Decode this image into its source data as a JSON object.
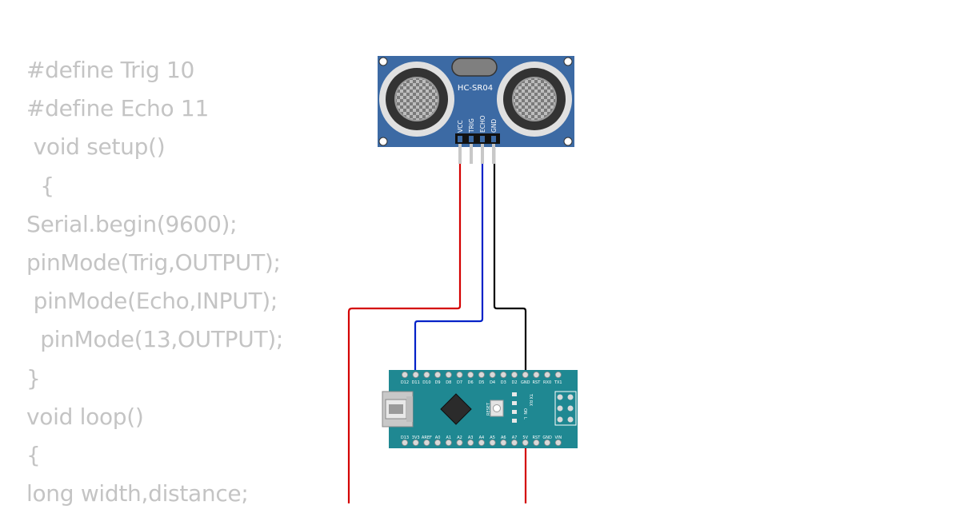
{
  "code_lines": [
    "#define Trig 10",
    "#define Echo 11",
    " void setup()",
    "  {",
    "Serial.begin(9600);",
    "pinMode(Trig,OUTPUT);",
    " pinMode(Echo,INPUT);",
    "  pinMode(13,OUTPUT);",
    "}",
    "void loop()",
    "{",
    "long width,distance;"
  ],
  "sensor": {
    "label": "HC-SR04",
    "pins": [
      "VCC",
      "TRIG",
      "ECHO",
      "GND"
    ]
  },
  "board": {
    "top_pins": [
      "D12",
      "D11",
      "D10",
      "D9",
      "D8",
      "D7",
      "D6",
      "D5",
      "D4",
      "D3",
      "D2",
      "GND",
      "RST",
      "RX0",
      "TX1"
    ],
    "bottom_pins": [
      "D13",
      "3V3",
      "AREF",
      "A0",
      "A1",
      "A2",
      "A3",
      "A4",
      "A5",
      "A6",
      "A7",
      "5V",
      "RST",
      "GND",
      "VIN"
    ],
    "reset_label": "RESET",
    "led_labels": [
      "TX",
      "RX",
      "ON",
      "L"
    ]
  },
  "wires": [
    {
      "from": "VCC",
      "to": "5V",
      "color": "#d40000"
    },
    {
      "from": "ECHO",
      "to": "D11",
      "color": "#0022c8"
    },
    {
      "from": "GND",
      "to": "GND",
      "color": "#000000"
    }
  ],
  "colors": {
    "code_text": "#c4c4c4",
    "sensor_board": "#3c6aa4",
    "nano_board": "#1f8892"
  }
}
